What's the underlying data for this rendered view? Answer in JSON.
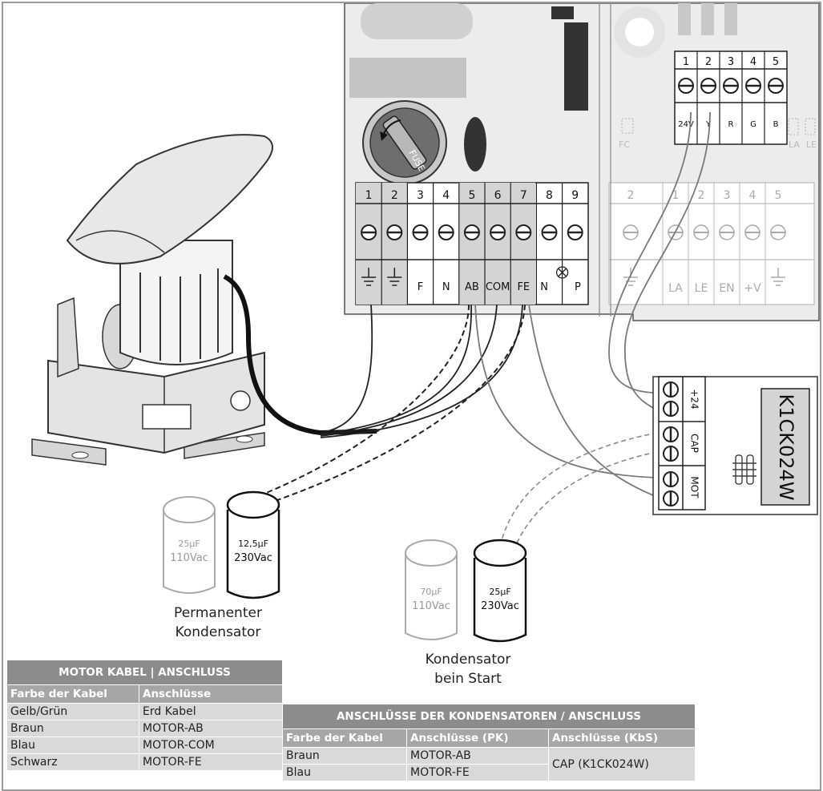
{
  "diagram": {
    "main_terminals": {
      "numbers": [
        "1",
        "2",
        "3",
        "4",
        "5",
        "6",
        "7",
        "8",
        "9"
      ],
      "labels": [
        "F",
        "N",
        "AB",
        "COM",
        "FE",
        "N",
        "P"
      ]
    },
    "top_terminals": {
      "numbers": [
        "1",
        "2",
        "3",
        "4",
        "5"
      ],
      "labels": [
        "24V",
        "Y",
        "R",
        "G",
        "B"
      ]
    },
    "right_terminals": {
      "numbers": [
        "2",
        "1",
        "2",
        "3",
        "4",
        "5"
      ],
      "labels": [
        "LA",
        "LE",
        "EN",
        "+V"
      ]
    },
    "small_labels": {
      "fuse": "FUSE",
      "fc": "FC",
      "la": "LA",
      "le": "LE"
    },
    "module": {
      "name": "K1CK024W",
      "labels": [
        "+24",
        "CAP",
        "MOT"
      ]
    },
    "capacitors_permanent": {
      "caption_line1": "Permanenter",
      "caption_line2": "Kondensator",
      "gray_value": "25µF",
      "gray_voltage": "110Vac",
      "black_value": "12,5µF",
      "black_voltage": "230Vac"
    },
    "capacitors_start": {
      "caption_line1": "Kondensator",
      "caption_line2": "bein Start",
      "gray_value": "70µF",
      "gray_voltage": "110Vac",
      "black_value": "25µF",
      "black_voltage": "230Vac"
    }
  },
  "table_motor": {
    "title": "MOTOR KABEL | ANSCHLUSS",
    "headers": [
      "Farbe der Kabel",
      "Anschlüsse"
    ],
    "rows": [
      [
        "Gelb/Grün",
        "Erd Kabel"
      ],
      [
        "Braun",
        "MOTOR-AB"
      ],
      [
        "Blau",
        "MOTOR-COM"
      ],
      [
        "Schwarz",
        "MOTOR-FE"
      ]
    ]
  },
  "table_capacitors": {
    "title": "ANSCHLÜSSE DER KONDENSATOREN / ANSCHLUSS",
    "headers": [
      "Farbe der Kabel",
      "Anschlüsse (PK)",
      "Anschlüsse (KbS)"
    ],
    "rows": [
      [
        "Braun",
        "MOTOR-AB"
      ],
      [
        "Blau",
        "MOTOR-FE"
      ]
    ],
    "merged_cell": "CAP (K1CK024W)"
  }
}
